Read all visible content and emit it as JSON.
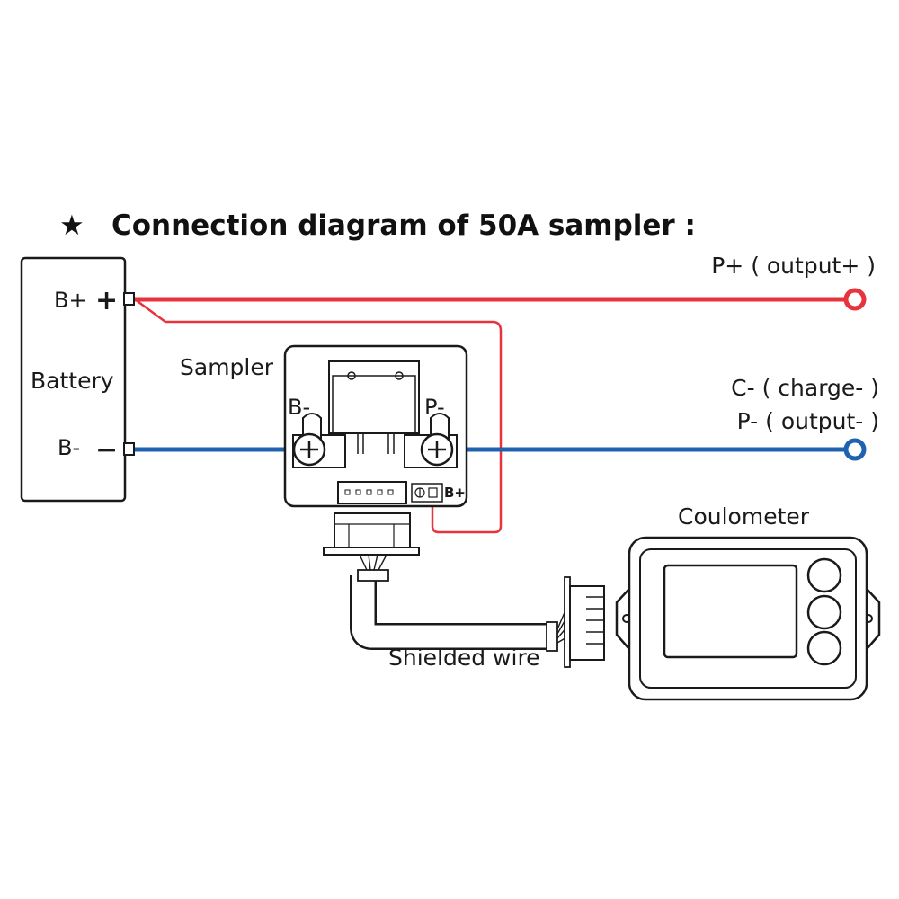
{
  "title": {
    "star": "★",
    "text": "Connection diagram of 50A sampler :"
  },
  "battery": {
    "label": "Battery",
    "positive_terminal": "B+",
    "positive_sign": "+",
    "negative_terminal": "B-",
    "negative_sign": "−"
  },
  "sampler": {
    "label": "Sampler",
    "left_terminal": "B-",
    "right_terminal": "P-",
    "header_pin_label": "B+"
  },
  "outputs": {
    "positive": "P+ ( output+ )",
    "charge_negative": "C- ( charge- )",
    "output_negative": "P- ( output- )"
  },
  "coulometer": {
    "label": "Coulometer"
  },
  "cable": {
    "label": "Shielded wire"
  },
  "colors": {
    "positive_wire": "#e8323c",
    "negative_wire": "#1f63b0",
    "outline": "#1a1a1a"
  }
}
